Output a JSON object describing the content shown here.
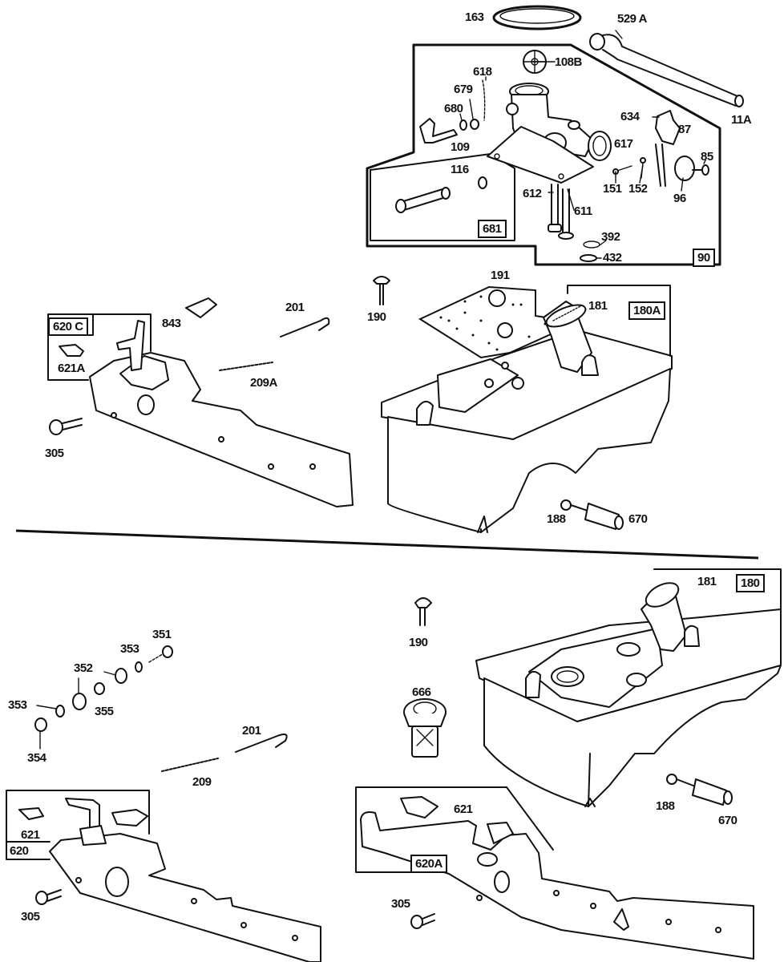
{
  "diagram": {
    "type": "exploded-parts-diagram",
    "subject": "Carburetor, fuel tank and control bracket assembly",
    "colors": {
      "ink": "#111111",
      "paper": "#ffffff"
    },
    "upper_section": {
      "labels": {
        "p163": "163",
        "p529a": "529 A",
        "p11a": "11A",
        "p108b": "108B",
        "p618": "618",
        "p679": "679",
        "p680": "680",
        "p109": "109",
        "p116": "116",
        "p617": "617",
        "p634": "634",
        "p87": "87",
        "p85": "85",
        "p96": "96",
        "p151": "151",
        "p152": "152",
        "p612": "612",
        "p611": "611",
        "p392": "392",
        "p432": "432",
        "box681": "681",
        "box90": "90",
        "p191": "191",
        "p181": "181",
        "box180a": "180A",
        "p190": "190",
        "p201": "201",
        "p843": "843",
        "box620c": "620 C",
        "p621a": "621A",
        "p209a": "209A",
        "p305": "305",
        "p188": "188",
        "p670": "670"
      }
    },
    "lower_section": {
      "labels": {
        "p181": "181",
        "box180": "180",
        "p190": "190",
        "p666": "666",
        "p351": "351",
        "p353a": "353",
        "p352": "352",
        "p353b": "353",
        "p355": "355",
        "p354": "354",
        "p201": "201",
        "p209": "209",
        "p621": "621",
        "box620": "620",
        "p305": "305",
        "p188": "188",
        "p670": "670",
        "p621b": "621",
        "box620a": "620A",
        "p305b": "305"
      }
    }
  }
}
